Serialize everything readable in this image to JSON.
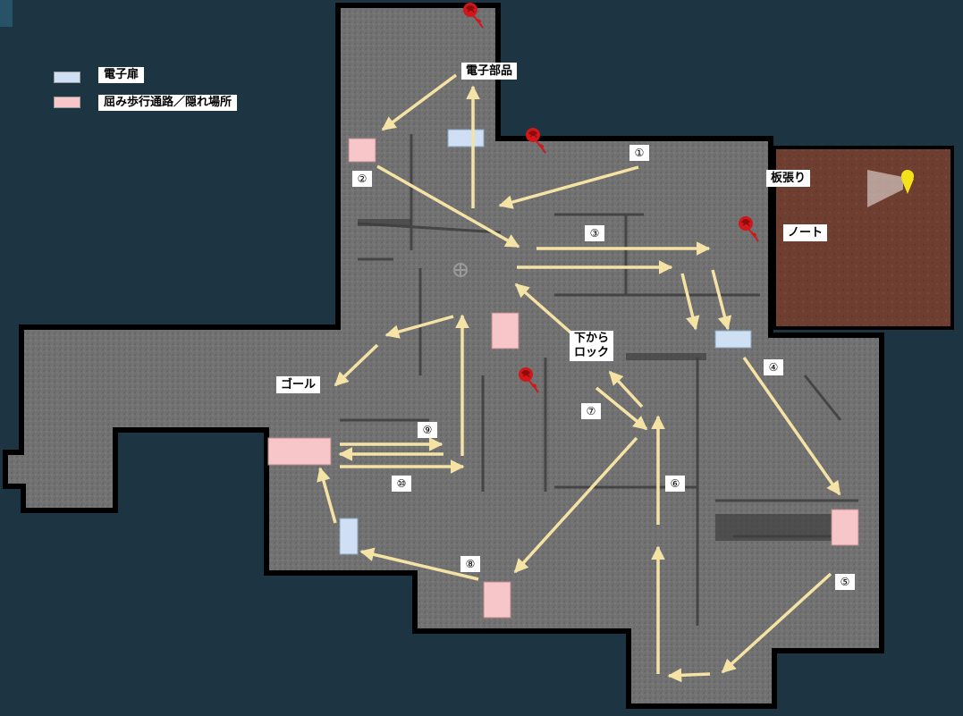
{
  "legend": {
    "electronic_door": "電子扉",
    "crawl_passage": "屈み歩行通路／隠れ場所"
  },
  "colors": {
    "electronic_door": "#cfe0f5",
    "crawl_passage": "#f7c6c8",
    "arrow": "#f5e3a6",
    "rose": "#d1171a",
    "floor": "#6e6e6e",
    "room_plank": "#6e3f31",
    "background": "#1d3542"
  },
  "labels": {
    "electronic_parts": "電子部品",
    "planks": "板張り",
    "note": "ノート",
    "goal": "ゴール",
    "locked_from_below_1": "下から",
    "locked_from_below_2": "ロック"
  },
  "steps": [
    "①",
    "②",
    "③",
    "④",
    "⑤",
    "⑥",
    "⑦",
    "⑧",
    "⑨",
    "⑩"
  ],
  "icons": [
    "rose-icon",
    "map-pin-icon",
    "crosshair-icon"
  ]
}
